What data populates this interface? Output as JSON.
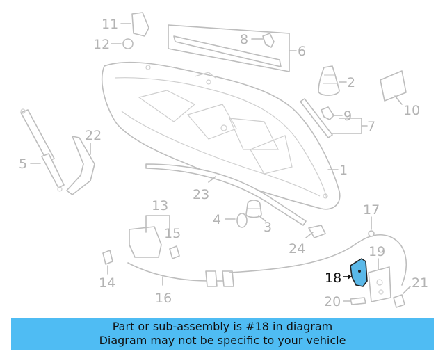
{
  "callouts": [
    "1",
    "2",
    "3",
    "4",
    "5",
    "6",
    "7",
    "8",
    "9",
    "10",
    "11",
    "12",
    "13",
    "14",
    "15",
    "16",
    "17",
    "18",
    "19",
    "20",
    "21",
    "22",
    "23",
    "24"
  ],
  "highlighted_part": "18",
  "colors": {
    "banner": "#4fbcf3",
    "highlight_fill": "#5ab8e8",
    "line_art": "#bdbdbd"
  },
  "banner": {
    "line1": "Part or sub-assembly is #18 in diagram",
    "line2": "Diagram may not be specific to your vehicle"
  }
}
